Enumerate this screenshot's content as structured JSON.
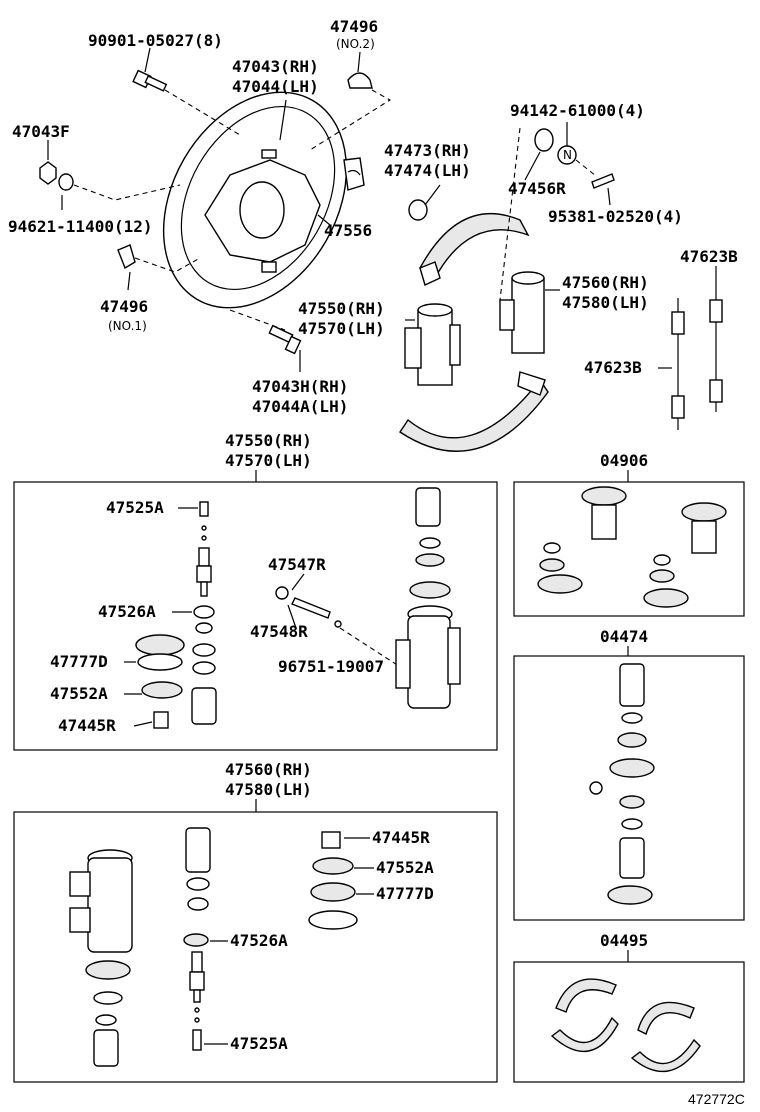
{
  "labels": {
    "bolt_top": "90901-05027(8)",
    "plate_496_top": "47496",
    "plate_496_top_note": "(NO.2)",
    "plate_rh": "47043(RH)",
    "plate_lh": "47044(LH)",
    "nut_f": "47043F",
    "washer": "94621-11400(12)",
    "clip_556": "47556",
    "clip_496_left": "47496",
    "clip_496_left_note": "(NO.1)",
    "bolt_h_rh": "47043H(RH)",
    "bolt_h_lh": "47044A(LH)",
    "shoe_rh": "47473(RH)",
    "shoe_lh": "47474(LH)",
    "nut_94142": "94142-61000(4)",
    "cap_456r": "47456R",
    "pin_95381": "95381-02520(4)",
    "cyl_550_rh": "47550(RH)",
    "cyl_570_lh": "47570(LH)",
    "cyl_560_rh": "47560(RH)",
    "cyl_580_lh": "47580(LH)",
    "spring_b_top": "47623B",
    "spring_b_mid": "47623B",
    "sec1_title_rh": "47550(RH)",
    "sec1_title_lh": "47570(LH)",
    "s1_525a": "47525A",
    "s1_526a": "47526A",
    "s1_777d": "47777D",
    "s1_552a": "47552A",
    "s1_445r": "47445R",
    "s1_547r": "47547R",
    "s1_548r": "47548R",
    "s1_96751": "96751-19007",
    "kit_04906": "04906",
    "kit_04474": "04474",
    "kit_04495": "04495",
    "sec2_title_rh": "47560(RH)",
    "sec2_title_lh": "47580(LH)",
    "s2_445r": "47445R",
    "s2_552a": "47552A",
    "s2_777d": "47777D",
    "s2_526a": "47526A",
    "s2_525a": "47525A",
    "ref_code": "472772C"
  }
}
